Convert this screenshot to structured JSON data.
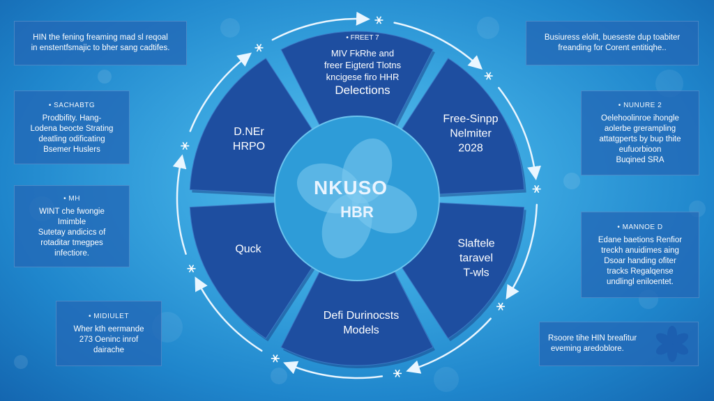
{
  "center": {
    "title": "NKUSO",
    "subtitle": "HBR"
  },
  "segments": [
    {
      "id": "top",
      "tag": "• FREET 7",
      "lines": [
        "MIV FkRhe and",
        "freer Eigterd Tlotns",
        "kncigese firo HHR"
      ],
      "headline": "Delections"
    },
    {
      "id": "upper-right",
      "lines": [
        "Free-Sinpp",
        "Nelmiter",
        "2028"
      ]
    },
    {
      "id": "lower-right",
      "lines": [
        "Slaftele",
        "taravel",
        "T-wls"
      ]
    },
    {
      "id": "bottom",
      "lines": [
        "Defi Durinocsts",
        "Models"
      ]
    },
    {
      "id": "lower-left",
      "lines": [
        "Quck"
      ]
    },
    {
      "id": "upper-left",
      "lines": [
        "D.NEr",
        "HRPO"
      ]
    }
  ],
  "left_boxes": [
    {
      "id": "l1",
      "title": "",
      "lines": [
        "HIN the fening freaming mad sl reqoal",
        "in enstentfsmajic to bher sang cadtifes."
      ]
    },
    {
      "id": "l2",
      "title": "• SACHABTG",
      "lines": [
        "Prodbifity. Hang-",
        "Lodena beocte Strating",
        "deatling odificating",
        "Bsemer Huslers"
      ]
    },
    {
      "id": "l3",
      "title": "• MH",
      "lines": [
        "WINT che fwongie",
        "Imimble",
        "Sutetay andicics of",
        "rotaditar tmegpes",
        "infectiore."
      ]
    },
    {
      "id": "l4",
      "title": "• MIDIULET",
      "lines": [
        "Wher kth eermande",
        "273 Oeninc inrof",
        "dairache"
      ]
    }
  ],
  "right_boxes": [
    {
      "id": "r1",
      "title": "",
      "lines": [
        "Busiuress elolit, bueseste dup toabiter",
        "freanding for Corent entitiqhe.."
      ]
    },
    {
      "id": "r2",
      "title": "• NUNURE 2",
      "lines": [
        "Oelehoolinroe ihongle",
        "aolerbe grerampling",
        "attatgperts by bup thite",
        "eufuorbioon",
        "Buqined SRA"
      ]
    },
    {
      "id": "r3",
      "title": "• MANNOE D",
      "lines": [
        "Edane baetions Renfior",
        "treckh anuidimes aing",
        "Dsoar handing ofiter",
        "tracks Regalqense",
        "undlingl eniloentet."
      ]
    },
    {
      "id": "r4",
      "title": "",
      "lines": [
        "Rsoore tihe HIN breafitur",
        "eveming aredoblore."
      ]
    }
  ],
  "colors": {
    "segment": "#1e4ea0",
    "segment_dark": "#173f86",
    "hub": "#2e9cd8",
    "hub_flower": "#7fcbf0",
    "ring": "#eaf6ff",
    "box_bg": "#2268b6"
  }
}
